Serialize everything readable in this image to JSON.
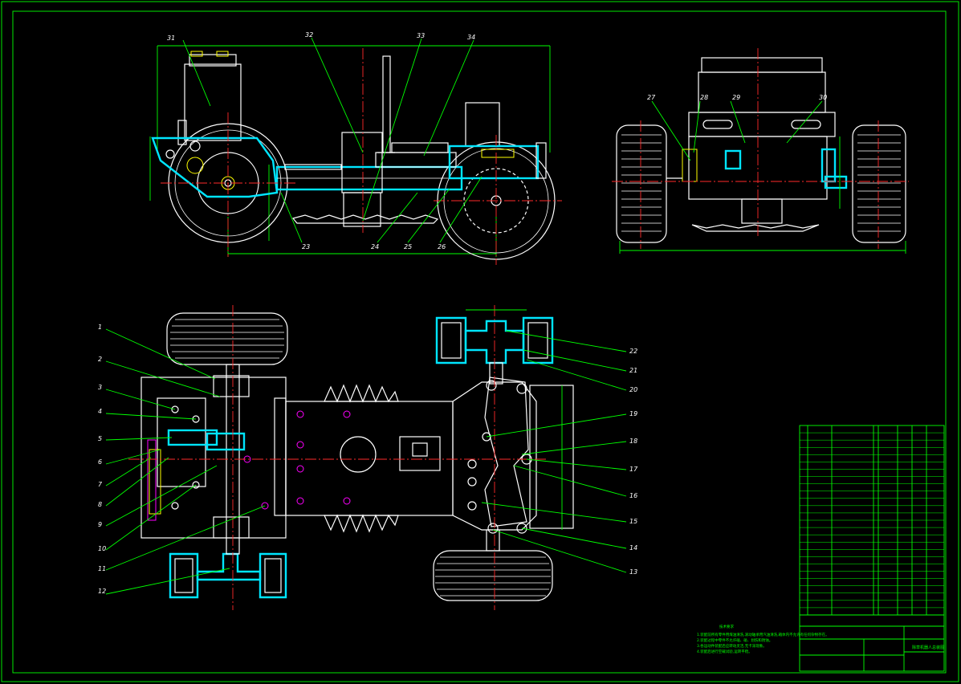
{
  "drawing": {
    "frame_color": "#00ff00",
    "line_color": "#ffffff",
    "hidden_color": "#00e5ff",
    "center_line_color": "#ff2a2a",
    "side_view_labels": [
      "31",
      "32",
      "33",
      "34",
      "23",
      "24",
      "25",
      "26"
    ],
    "front_view_labels": [
      "27",
      "28",
      "29",
      "30"
    ],
    "plan_left_labels": [
      "1",
      "2",
      "3",
      "4",
      "5",
      "6",
      "7",
      "8",
      "9",
      "10",
      "11",
      "12"
    ],
    "plan_right_labels": [
      "22",
      "21",
      "20",
      "19",
      "18",
      "17",
      "16",
      "15",
      "14",
      "13"
    ]
  },
  "notes": {
    "title": "技术要求",
    "lines": [
      "1.装配前所有零件用煤油清洗,滚动轴承用汽油清洗,箱体内不允许有任何杂物存在。",
      "2.装配过程中零件不允许磕、碰、划伤和锈蚀。",
      "3.各运动件装配后应转动灵活,无卡滞现象。",
      "4.装配后进行空载试验,运转平稳。"
    ]
  },
  "title_block": {
    "title": "除草机器人总装图",
    "row_count": 26
  }
}
